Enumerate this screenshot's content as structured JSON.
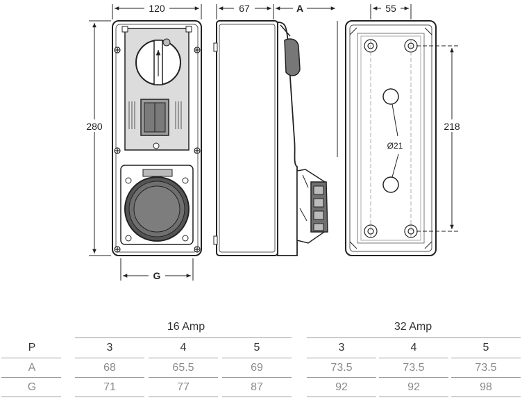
{
  "dimensions": {
    "width_front": "120",
    "depth": "67",
    "depth_var": "A",
    "hole_spacing_x": "55",
    "height": "280",
    "hole_spacing_y": "218",
    "hole_diameter": "Ø21",
    "socket_var": "G"
  },
  "table": {
    "groups": [
      "16 Amp",
      "32 Amp"
    ],
    "row_p": {
      "label": "P",
      "values": [
        "3",
        "4",
        "5",
        "3",
        "4",
        "5"
      ]
    },
    "row_a": {
      "label": "A",
      "values": [
        "68",
        "65.5",
        "69",
        "73.5",
        "73.5",
        "73.5"
      ]
    },
    "row_g": {
      "label": "G",
      "values": [
        "71",
        "77",
        "87",
        "92",
        "92",
        "98"
      ]
    }
  }
}
